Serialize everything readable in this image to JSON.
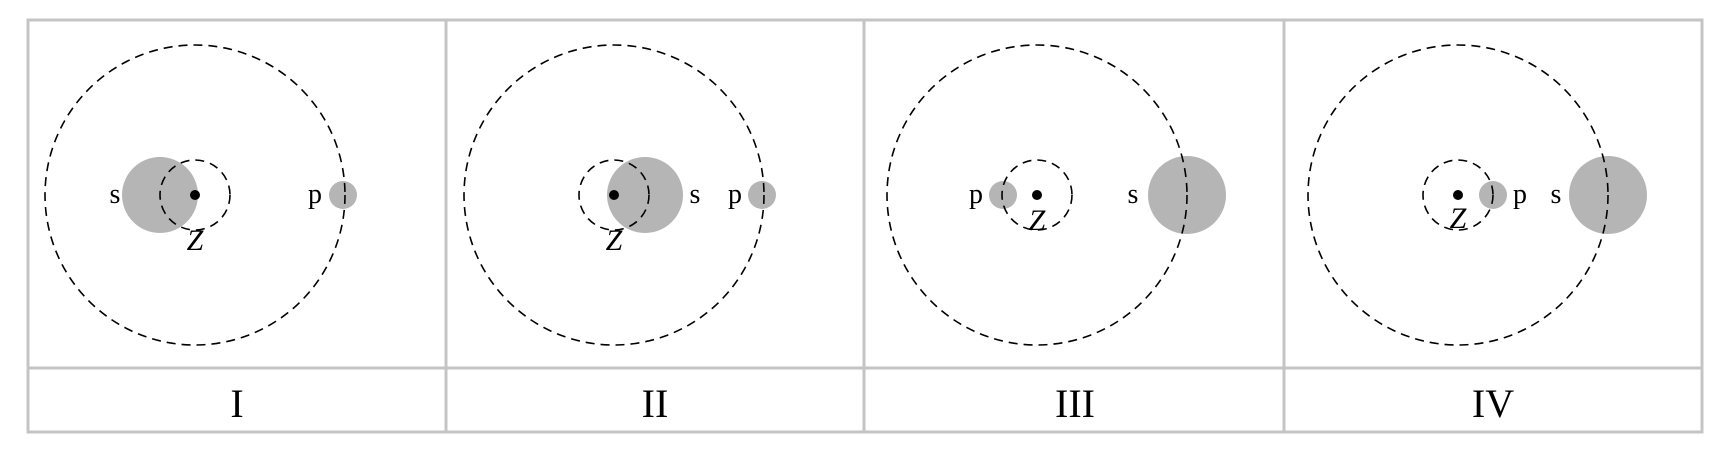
{
  "styles": {
    "grid_color": "#c4c4c4",
    "body_fill": "#b5b5b5",
    "line_color": "#000000"
  },
  "panels": [
    {
      "numeral": "I",
      "center_label": "Z",
      "large_label": "s",
      "small_label": "p"
    },
    {
      "numeral": "II",
      "center_label": "Z",
      "large_label": "s",
      "small_label": "p"
    },
    {
      "numeral": "III",
      "center_label": "Z",
      "large_label": "s",
      "small_label": "p"
    },
    {
      "numeral": "IV",
      "center_label": "Z",
      "large_label": "s",
      "small_label": "p"
    }
  ]
}
